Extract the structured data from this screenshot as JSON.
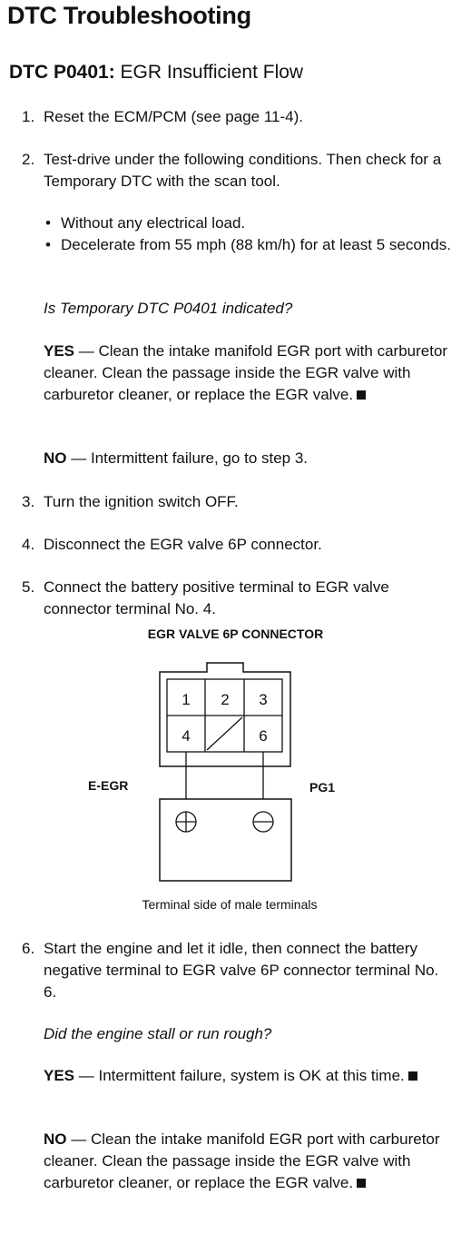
{
  "page_title": "DTC Troubleshooting",
  "dtc": {
    "code": "DTC P0401",
    "separator": ":",
    "description": " EGR Insufficient Flow"
  },
  "steps": [
    {
      "num": "1.",
      "text": "Reset the ECM/PCM (see page 11-4)."
    },
    {
      "num": "2.",
      "text": "Test-drive under the following conditions. Then check for a Temporary DTC with the scan tool."
    },
    {
      "num": "3.",
      "text": "Turn the ignition switch OFF."
    },
    {
      "num": "4.",
      "text": "Disconnect the EGR valve 6P connector."
    },
    {
      "num": "5.",
      "text": "Connect the battery positive terminal to EGR valve connector terminal No. 4."
    },
    {
      "num": "6.",
      "text": "Start the engine and let it idle, then connect the battery negative terminal to EGR valve 6P connector terminal No. 6."
    }
  ],
  "bullets": [
    {
      "dot": "•",
      "text": "Without any electrical load."
    },
    {
      "dot": "•",
      "text": "Decelerate from 55 mph (88 km/h) for at least 5 seconds."
    }
  ],
  "questions": [
    "Is Temporary DTC P0401 indicated?",
    "Did the engine stall or run rough?"
  ],
  "answers": [
    {
      "label": "YES",
      "dash": " — ",
      "text": "Clean the intake manifold EGR port with carburetor cleaner. Clean the passage inside the EGR valve with carburetor cleaner, or replace the EGR valve."
    },
    {
      "label": "NO",
      "dash": " — ",
      "text": "Intermittent failure, go to step 3."
    },
    {
      "label": "YES",
      "dash": " — ",
      "text": "Intermittent failure, system is OK at this time."
    },
    {
      "label": "NO",
      "dash": " — ",
      "text": "Clean the intake manifold EGR port with carburetor cleaner. Clean the passage inside the EGR valve with carburetor cleaner, or replace the EGR valve."
    }
  ],
  "diagram": {
    "title": "EGR VALVE 6P CONNECTOR",
    "pins": [
      "1",
      "2",
      "3",
      "4",
      "6"
    ],
    "left_label": "E-EGR",
    "right_label": "PG1",
    "positive_terminal_icon": "plus-circle-icon",
    "negative_terminal_icon": "minus-circle-icon",
    "caption": "Terminal side of male terminals"
  }
}
